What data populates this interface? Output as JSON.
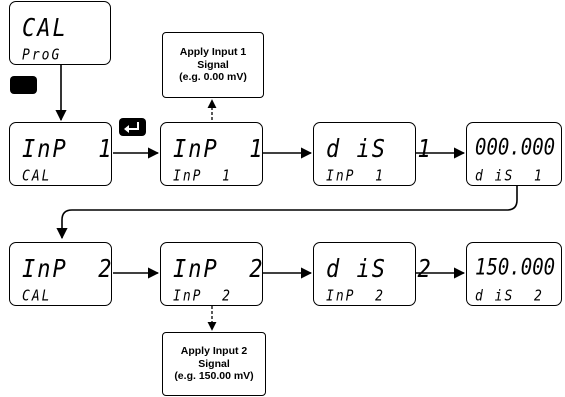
{
  "displays": {
    "cal_prog": {
      "top": "CAL",
      "bottom": "ProG"
    },
    "inp1_cal": {
      "top": "InP  1",
      "bottom": "CAL"
    },
    "inp1_inp1": {
      "top": "InP  1",
      "bottom": "InP  1"
    },
    "dis1_inp1": {
      "top": "d iS  1",
      "bottom": "InP  1"
    },
    "value1": {
      "top": "000.000",
      "bottom": "d iS  1"
    },
    "inp2_cal": {
      "top": "InP  2",
      "bottom": "CAL"
    },
    "inp2_inp2": {
      "top": "InP  2",
      "bottom": "InP  2"
    },
    "dis2_inp2": {
      "top": "d iS  2",
      "bottom": "InP  2"
    },
    "value2": {
      "top": "150.000",
      "bottom": "d iS  2"
    }
  },
  "notes": {
    "input1": {
      "line1": "Apply Input 1",
      "line2": "Signal",
      "line3": "(e.g. 0.00 mV)"
    },
    "input2": {
      "line1": "Apply Input 2",
      "line2": "Signal",
      "line3": "(e.g. 150.00 mV)"
    }
  },
  "icons": {
    "enter": "enter-key-icon"
  },
  "colors": {
    "line": "#000000",
    "background": "#ffffff"
  }
}
